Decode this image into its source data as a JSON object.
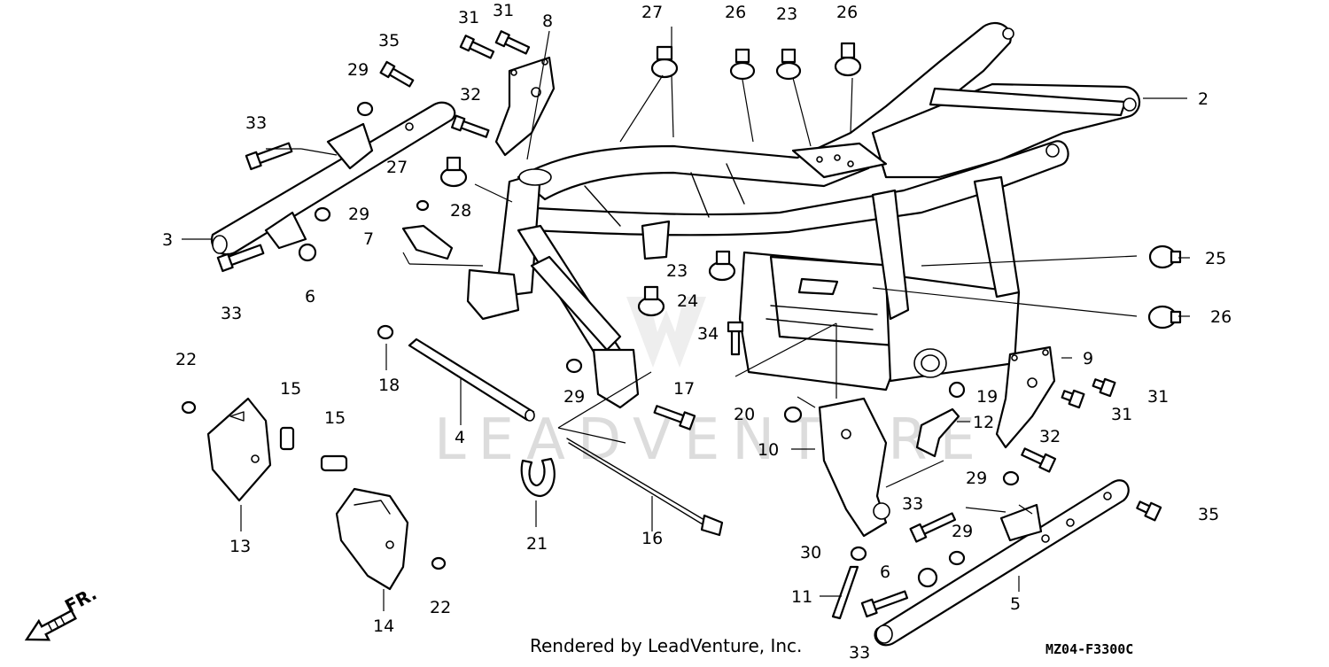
{
  "watermark_text": "LEADVENTURE",
  "credit_text": "Rendered by LeadVenture, Inc.",
  "diagram_code": "MZ04-F3300C",
  "direction_label": "FR.",
  "callouts": [
    "2",
    "3",
    "4",
    "5",
    "6",
    "6",
    "7",
    "8",
    "9",
    "10",
    "11",
    "12",
    "13",
    "14",
    "15",
    "15",
    "16",
    "17",
    "18",
    "19",
    "20",
    "21",
    "22",
    "22",
    "23",
    "23",
    "24",
    "25",
    "26",
    "26",
    "26",
    "27",
    "27",
    "28",
    "29",
    "29",
    "29",
    "29",
    "29",
    "30",
    "31",
    "31",
    "31",
    "31",
    "32",
    "32",
    "33",
    "33",
    "33",
    "33",
    "34",
    "35",
    "35"
  ]
}
